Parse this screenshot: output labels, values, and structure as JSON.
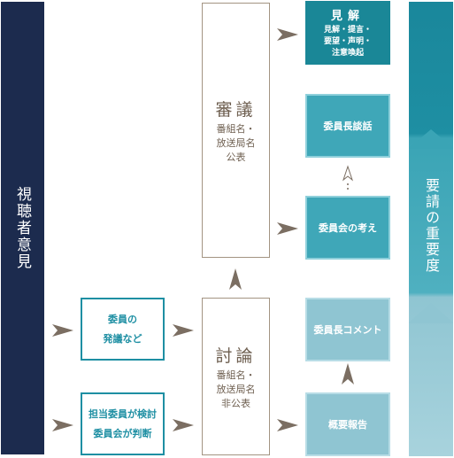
{
  "colors": {
    "navy": "#1c2b4e",
    "teal": "#1e8fa3",
    "light_teal": "#8fc5d2",
    "brown": "#a39482",
    "arrow": "#7b6e62"
  },
  "left_bar": {
    "label": "視聴者意見"
  },
  "right_bar": {
    "label": "要請の重要度"
  },
  "boxes": {
    "committee_discussion": {
      "line1": "委員の",
      "line2": "発議など"
    },
    "committee_review": {
      "line1": "担当委員が検討",
      "line2": "委員会が判断"
    },
    "deliberation": {
      "title": "審議",
      "line1": "番組名・",
      "line2": "放送局名",
      "line3": "公表"
    },
    "debate": {
      "title": "討論",
      "line1": "番組名・",
      "line2": "放送局名",
      "line3": "非公表"
    },
    "opinion": {
      "title": "見解",
      "line1": "見解・提言・",
      "line2": "要望・声明・",
      "line3": "注意喚起"
    },
    "chair_statement": {
      "label": "委員長談話"
    },
    "committee_view": {
      "label": "委員会の考え"
    },
    "chair_comment": {
      "label": "委員長コメント"
    },
    "summary_report": {
      "label": "概要報告"
    }
  }
}
